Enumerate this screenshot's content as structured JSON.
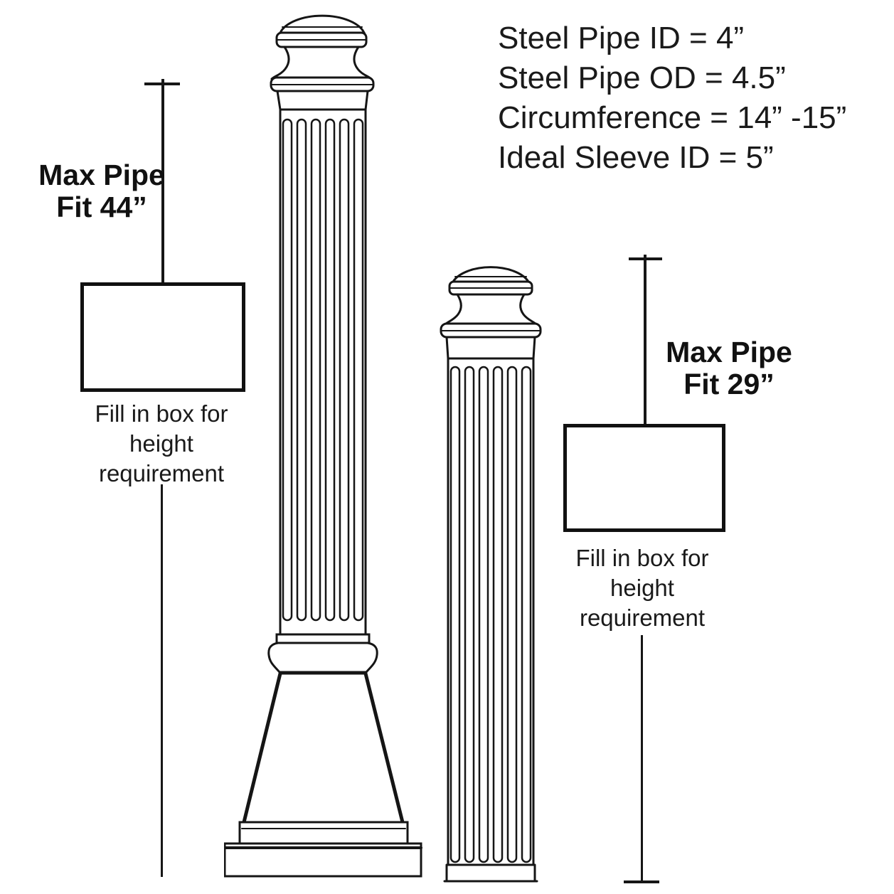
{
  "specs": {
    "lines": [
      "Steel Pipe ID = 4”",
      "Steel Pipe OD = 4.5”",
      "Circumference = 14” -15”",
      "Ideal Sleeve ID = 5”"
    ]
  },
  "left_annotation": {
    "max_pipe_line1": "Max Pipe",
    "max_pipe_line2": "Fit 44”",
    "fill_line1": "Fill in box for",
    "fill_line2": "height",
    "fill_line3": "requirement"
  },
  "right_annotation": {
    "max_pipe_line1": "Max Pipe",
    "max_pipe_line2": "Fit 29”",
    "fill_line1": "Fill in box for",
    "fill_line2": "height",
    "fill_line3": "requirement"
  },
  "colors": {
    "ink": "#161616",
    "background": "#ffffff"
  }
}
